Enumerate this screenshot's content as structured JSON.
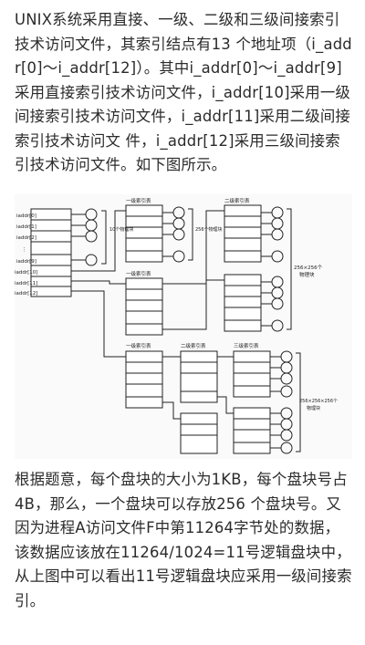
{
  "intro_text": "UNIX系统采用直接、一级、二级和三级间接索引技术访问文件，其索引结点有13 个地址项（i_addr[0]～i_addr[12]）。其中i_addr[0]～i_addr[9]采用直接索引技术访问文件，i_addr[10]采用一级间接索引技术访问文件，i_addr[11]采用二级间接索引技术访问文 件，i_addr[12]采用三级间接索引技术访问文件。如下图所示。",
  "figure": {
    "addr_labels": [
      "iaddr[0]",
      "iaddr[1]",
      "iaddr[2]",
      "⋮",
      "iaddr[9]",
      "iaddr[10]",
      "iaddr[11]",
      "iaddr[12]"
    ],
    "label_level1_top": "一级索引表",
    "label_level2_top": "二级索引表",
    "label_level1_mid": "一级索引表",
    "label_level1_bot": "一级索引表",
    "label_level2_bot": "二级索引表",
    "label_level3_bot": "三级索引表",
    "label_ten_blocks": "10个物理块",
    "label_256_blocks": "256个物理块",
    "label_256x256": "256×256个",
    "label_256x256_2": "物理块",
    "label_256x256x256": "256×256×256个",
    "label_256x256x256_2": "物理块"
  },
  "conclusion_text": "根据题意，每个盘块的大小为1KB，每个盘块号占4B，那么，一个盘块可以存放256 个盘块号。又因为进程A访问文件F中第11264字节处的数据，该数据应该放在11264/1024=11号逻辑盘块中，从上图中可以看出11号逻辑盘块应采用一级间接索引。"
}
